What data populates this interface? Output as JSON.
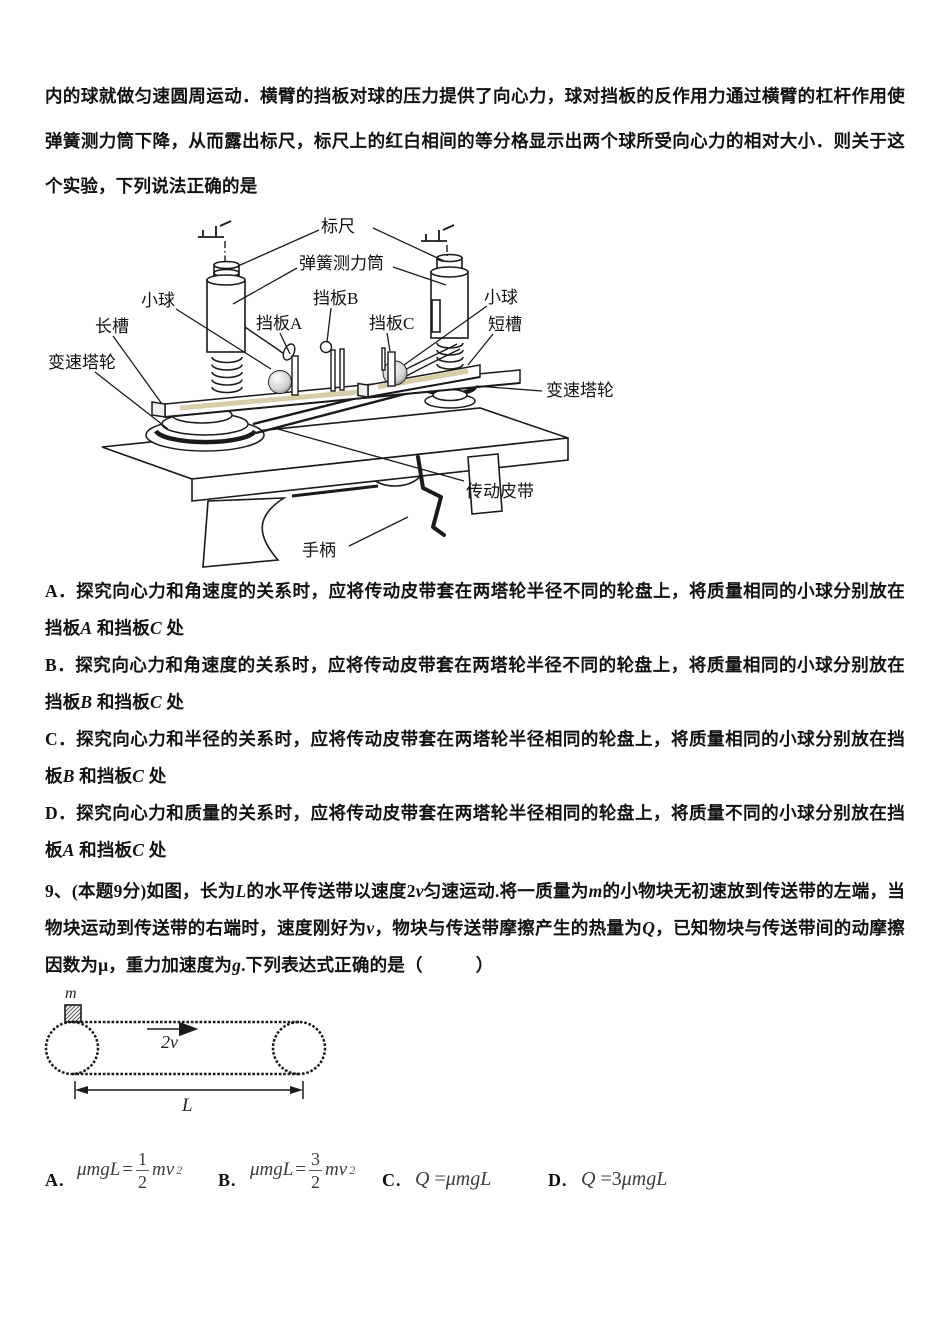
{
  "page": {
    "background": "#ffffff",
    "ink": "#111111",
    "accent_tan": "#d8cda6"
  },
  "intro": {
    "runs": [
      {
        "t": "内的球就做匀速圆周运动．横臂的挡板对球的压力提供了向心力，球对挡板的反作用力通过横臂的杠杆作用使弹簧测力筒下降，从而露出标尺，标尺上的红白相间的等分格显示出两个球所受向心力的相对大小．则关于这个实验，下列说法正确的是"
      }
    ]
  },
  "apparatus": {
    "labels": {
      "ruler": "标尺",
      "spring_tube": "弹簧测力筒",
      "ball_left": "小球",
      "baffle_a": "挡板A",
      "baffle_b": "挡板B",
      "baffle_c": "挡板C",
      "ball_right": "小球",
      "long_slot": "长槽",
      "short_slot": "短槽",
      "tower_left": "变速塔轮",
      "tower_right": "变速塔轮",
      "drive_belt": "传动皮带",
      "handle": "手柄"
    }
  },
  "question8_options": [
    {
      "runs": [
        {
          "t": "A．探究向心力和角速度的关系时，应将传动皮带套在两塔轮半径不同的轮盘上，将质量相同的小球分别放在挡板"
        },
        {
          "t": "A",
          "i": 1
        },
        {
          "t": " 和挡板"
        },
        {
          "t": "C",
          "i": 1
        },
        {
          "t": " 处"
        }
      ]
    },
    {
      "runs": [
        {
          "t": "B．探究向心力和角速度的关系时，应将传动皮带套在两塔轮半径不同的轮盘上，将质量相同的小球分别放在挡板"
        },
        {
          "t": "B",
          "i": 1
        },
        {
          "t": " 和挡板"
        },
        {
          "t": "C",
          "i": 1
        },
        {
          "t": " 处"
        }
      ]
    },
    {
      "runs": [
        {
          "t": "C．探究向心力和半径的关系时，应将传动皮带套在两塔轮半径相同的轮盘上，将质量相同的小球分别放在挡板"
        },
        {
          "t": "B",
          "i": 1
        },
        {
          "t": " 和挡板"
        },
        {
          "t": "C",
          "i": 1
        },
        {
          "t": " 处"
        }
      ]
    },
    {
      "runs": [
        {
          "t": "D．探究向心力和质量的关系时，应将传动皮带套在两塔轮半径相同的轮盘上，将质量不同的小球分别放在挡板"
        },
        {
          "t": "A",
          "i": 1
        },
        {
          "t": " 和挡板"
        },
        {
          "t": "C",
          "i": 1
        },
        {
          "t": " 处"
        }
      ]
    }
  ],
  "question9": {
    "stem_runs": [
      {
        "t": "9、(本题9分)如图，长为"
      },
      {
        "t": "L",
        "i": 1
      },
      {
        "t": "的水平传送带以速度2"
      },
      {
        "t": "v",
        "i": 1
      },
      {
        "t": "匀速运动.将一质量为"
      },
      {
        "t": "m",
        "i": 1
      },
      {
        "t": "的小物块无初速放到传送带的左端，当物块运动到传送带的右端时，速度刚好为"
      },
      {
        "t": "v",
        "i": 1
      },
      {
        "t": "，物块与传送带摩擦产生的热量为"
      },
      {
        "t": "Q",
        "i": 1
      },
      {
        "t": "，已知物块与传送带间的动摩擦因数为"
      },
      {
        "t": "μ"
      },
      {
        "t": "，重力加速度为"
      },
      {
        "t": "g",
        "i": 1
      },
      {
        "t": ".下列表达式正确的是（　　　）"
      }
    ]
  },
  "belt_figure": {
    "mass_label": "m",
    "belt_speed_label": "2v",
    "length_label": "L"
  },
  "question9_options": [
    {
      "label": "A.",
      "formula": {
        "lhs": "μmgL",
        "eq": " =",
        "num": "1",
        "den": "2",
        "rhs": "mv",
        "sup": "2"
      }
    },
    {
      "label": "B.",
      "formula": {
        "lhs": "μmgL",
        "eq": " =",
        "num": "3",
        "den": "2",
        "rhs": "mv",
        "sup": "2"
      }
    },
    {
      "label": "C.",
      "formula": {
        "q": "Q",
        "eq": " =",
        "rhs": "μmgL"
      }
    },
    {
      "label": "D.",
      "formula": {
        "q": "Q",
        "eq": " =3",
        "rhs": "μmgL"
      }
    }
  ]
}
